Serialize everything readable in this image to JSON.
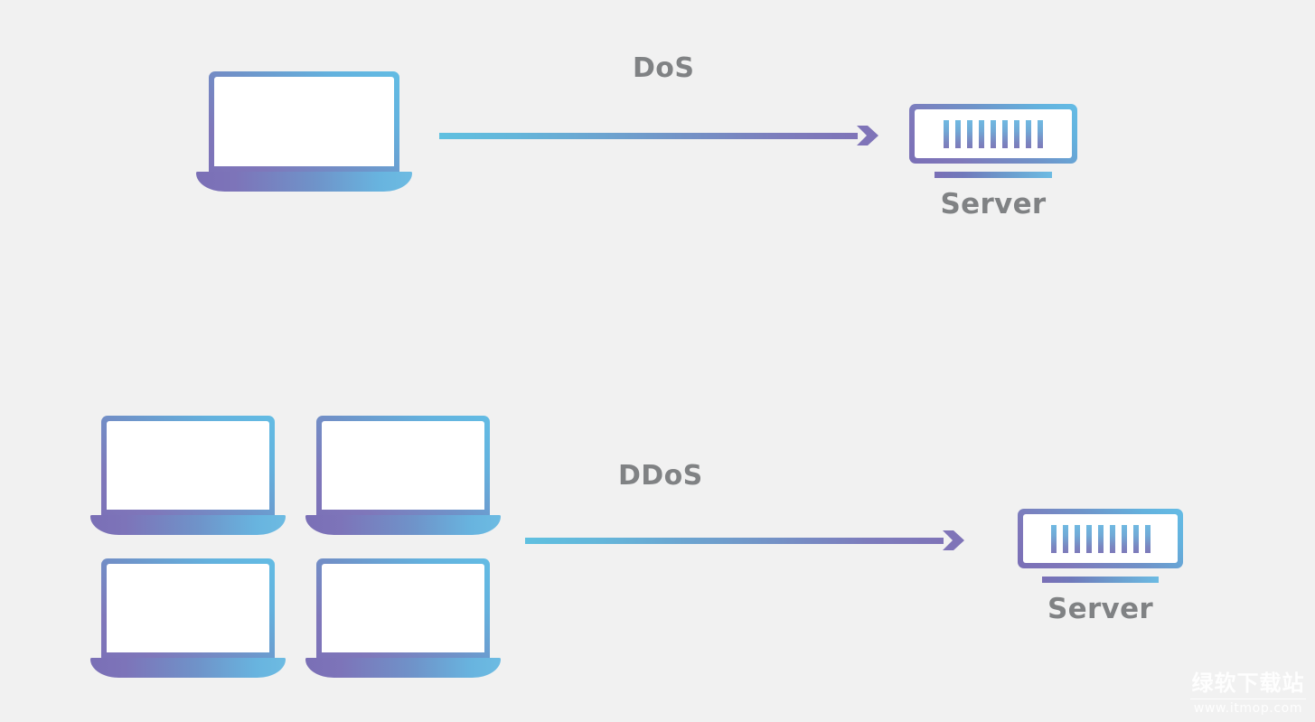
{
  "background_color": "#f1f1f1",
  "palette": {
    "gradient_start_purple": "#7a6fb6",
    "gradient_end_blue": "#64bce5",
    "arrow_start_blue": "#5fc0e0",
    "arrow_end_purple": "#7f74b8",
    "text_gray": "#808284",
    "screen_fill": "#ffffff"
  },
  "diagram": {
    "sections": [
      {
        "id": "dos",
        "attack_label": "DoS",
        "client_count": 1,
        "server": {
          "label": "Server",
          "tick_count": 9
        }
      },
      {
        "id": "ddos",
        "attack_label": "DDoS",
        "client_count": 4,
        "server": {
          "label": "Server",
          "tick_count": 9
        }
      }
    ]
  },
  "watermark": {
    "title": "绿软下载站",
    "url": "www.itmop.com"
  }
}
